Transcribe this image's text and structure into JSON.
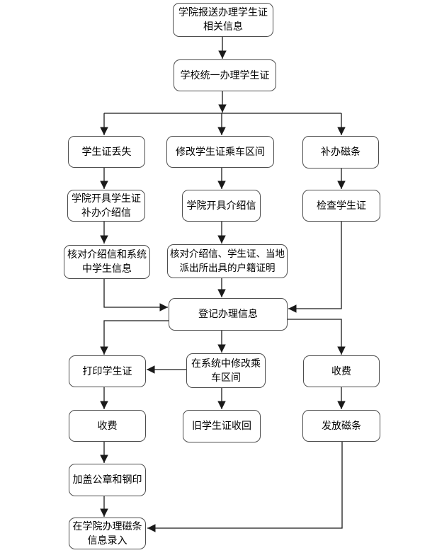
{
  "diagram": {
    "type": "flowchart",
    "language": "zh-CN",
    "colors": {
      "background": "#ffffff",
      "node_fill": "#ffffff",
      "node_border": "#4d4d4d",
      "line": "#1a1a1a",
      "text": "#000000"
    },
    "nodes": [
      {
        "id": "report-info",
        "label": "学院报送办理学生证\n相关信息"
      },
      {
        "id": "school-process",
        "label": "学校统一办理学生证"
      },
      {
        "id": "lost",
        "label": "学生证丢失"
      },
      {
        "id": "modify-zone",
        "label": "修改学生证乘车区间"
      },
      {
        "id": "replace-strip",
        "label": "补办磁条"
      },
      {
        "id": "college-letter-reissue",
        "label": "学院开具学生证\n补办介绍信"
      },
      {
        "id": "college-letter",
        "label": "学院开具介绍信"
      },
      {
        "id": "check-id",
        "label": "检查学生证"
      },
      {
        "id": "verify-system",
        "label": "核对介绍信和系统\n中学生信息"
      },
      {
        "id": "verify-letter-id",
        "label": "核对介绍信、学生证、当地\n派出所出具的户籍证明"
      },
      {
        "id": "register",
        "label": "登记办理信息"
      },
      {
        "id": "print-id",
        "label": "打印学生证"
      },
      {
        "id": "modify-in-system",
        "label": "在系统中修改乘\n车区间"
      },
      {
        "id": "fee-right",
        "label": "收费"
      },
      {
        "id": "fee-left",
        "label": "收费"
      },
      {
        "id": "old-id-return",
        "label": "旧学生证收回"
      },
      {
        "id": "issue-strip",
        "label": "发放磁条"
      },
      {
        "id": "seal",
        "label": "加盖公章和钢印"
      },
      {
        "id": "college-strip-entry",
        "label": "在学院办理磁条\n信息录入"
      }
    ],
    "edges": [
      {
        "from": "report-info",
        "to": "school-process"
      },
      {
        "from": "school-process",
        "to": "lost"
      },
      {
        "from": "school-process",
        "to": "modify-zone"
      },
      {
        "from": "school-process",
        "to": "replace-strip"
      },
      {
        "from": "lost",
        "to": "college-letter-reissue"
      },
      {
        "from": "modify-zone",
        "to": "college-letter"
      },
      {
        "from": "replace-strip",
        "to": "check-id"
      },
      {
        "from": "college-letter-reissue",
        "to": "verify-system"
      },
      {
        "from": "college-letter",
        "to": "verify-letter-id"
      },
      {
        "from": "verify-system",
        "to": "register"
      },
      {
        "from": "verify-letter-id",
        "to": "register"
      },
      {
        "from": "check-id",
        "to": "register"
      },
      {
        "from": "register",
        "to": "print-id"
      },
      {
        "from": "register",
        "to": "modify-in-system"
      },
      {
        "from": "register",
        "to": "fee-right"
      },
      {
        "from": "modify-in-system",
        "to": "print-id"
      },
      {
        "from": "modify-in-system",
        "to": "old-id-return"
      },
      {
        "from": "print-id",
        "to": "fee-left"
      },
      {
        "from": "fee-left",
        "to": "seal"
      },
      {
        "from": "seal",
        "to": "college-strip-entry"
      },
      {
        "from": "fee-right",
        "to": "issue-strip"
      },
      {
        "from": "issue-strip",
        "to": "college-strip-entry"
      }
    ]
  }
}
